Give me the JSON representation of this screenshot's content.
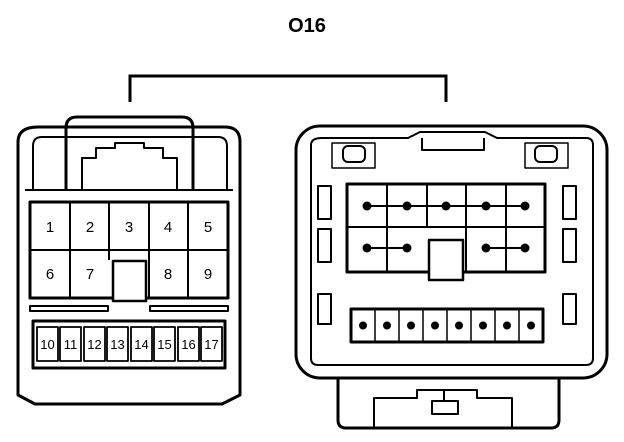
{
  "connector": {
    "title": "O16",
    "upper_pins": [
      [
        "1",
        "2",
        "3",
        "4",
        "5"
      ],
      [
        "6",
        "7",
        "",
        "8",
        "9"
      ]
    ],
    "lower_pins": [
      "10",
      "11",
      "12",
      "13",
      "14",
      "15",
      "16",
      "17"
    ]
  }
}
